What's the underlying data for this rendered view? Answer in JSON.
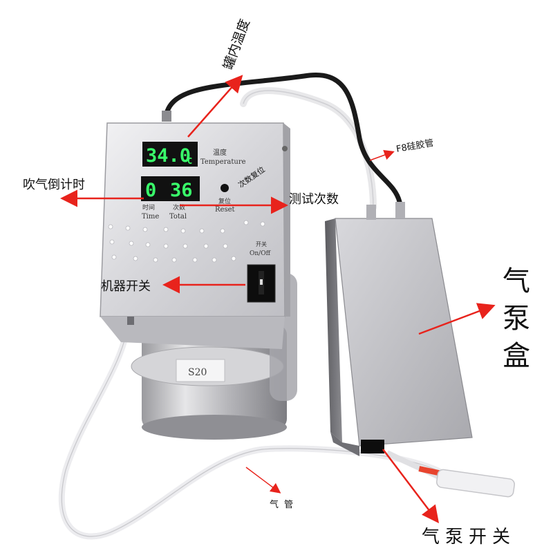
{
  "annotations": {
    "tank_temperature": "罐内温度",
    "f8_silicone_tube": "F8硅胶管",
    "blow_countdown": "吹气倒计时",
    "test_count": "测试次数",
    "machine_switch": "机器开关",
    "air_pump_box": "气泵盒",
    "air_pipe": "气管",
    "air_pump_switch": "气泵开关"
  },
  "device": {
    "temp_display": "34.0",
    "temp_unit": "C",
    "temp_label_cn": "温度",
    "temp_label_en": "Temperature",
    "time_display": "0",
    "count_display": "36",
    "time_label_cn": "时间",
    "time_label_en": "Time",
    "count_label_cn": "次数",
    "count_label_en": "Total",
    "reset_label_cn": "复位",
    "reset_label_en": "Reset",
    "reset_side_label": "次数复位",
    "switch_label_cn": "开关",
    "switch_label_en": "On/Off",
    "jar_marking": "S20"
  },
  "colors": {
    "arrow": "#e8231c",
    "display_digits": "#39ff6a",
    "metal": "#d9d9dc"
  }
}
